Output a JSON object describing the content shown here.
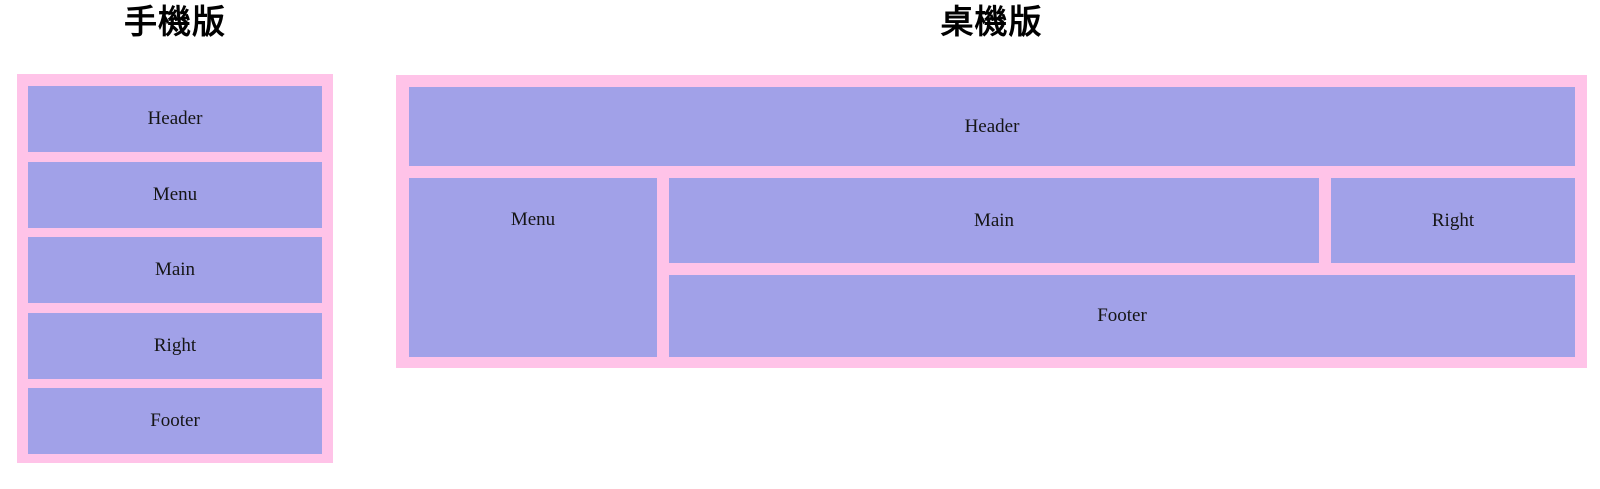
{
  "colors": {
    "container_pink": "#ffc3e8",
    "box_purple": "#a1a1e8",
    "label_text": "#151515",
    "title_text": "#000000"
  },
  "mobile": {
    "title": "手機版",
    "boxes": [
      {
        "label": "Header"
      },
      {
        "label": "Menu"
      },
      {
        "label": "Main"
      },
      {
        "label": "Right"
      },
      {
        "label": "Footer"
      }
    ]
  },
  "desktop": {
    "title": "桌機版",
    "header_label": "Header",
    "menu_label": "Menu",
    "main_label": "Main",
    "right_label": "Right",
    "footer_label": "Footer"
  }
}
